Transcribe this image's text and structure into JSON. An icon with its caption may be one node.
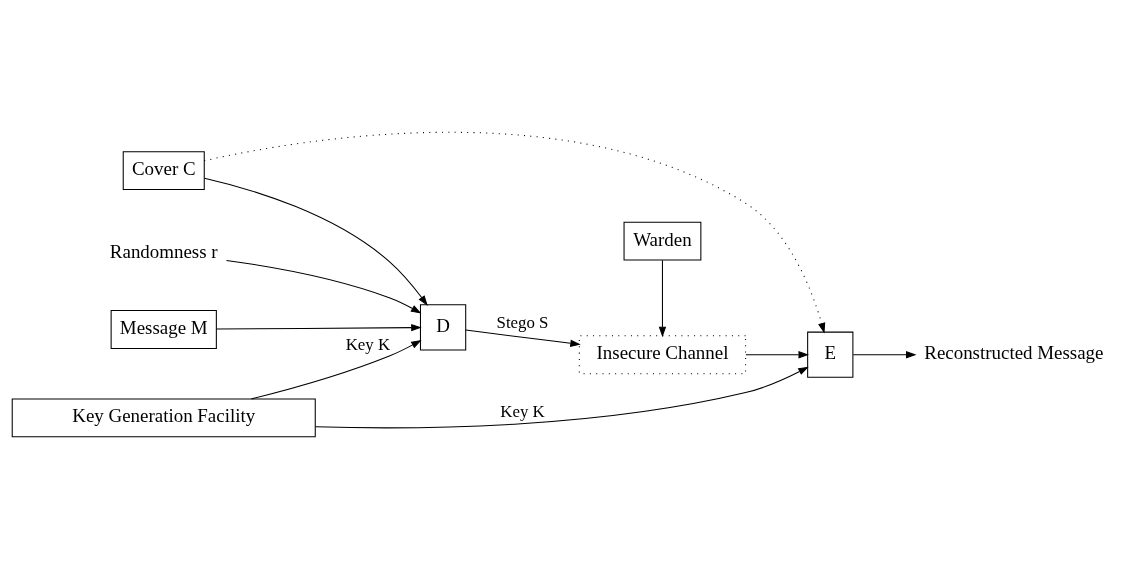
{
  "diagram": {
    "nodes": [
      {
        "text": [
          "Cover C"
        ]
      },
      {
        "text": [
          "Warden"
        ]
      },
      {
        "text": [
          "Randomness r"
        ]
      },
      {
        "text": [
          "D"
        ]
      },
      {
        "text": [
          "Insecure Channel"
        ]
      },
      {
        "text": [
          "E"
        ]
      },
      {
        "text": [
          "Reconstructed Message"
        ]
      },
      {
        "text": [
          "Message M"
        ]
      },
      {
        "text": [
          "Key Generation Facility"
        ]
      }
    ],
    "edges": [
      {
        "from": 0,
        "to": 3,
        "arrow": "to"
      },
      {
        "from": 0,
        "to": 5,
        "arrow": "to",
        "style": "dashed"
      },
      {
        "from": 1,
        "to": 4,
        "arrow": "to"
      },
      {
        "from": 2,
        "to": 3,
        "arrow": "to"
      },
      {
        "from": 3,
        "to": 4,
        "arrow": "to",
        "label": "Stego S"
      },
      {
        "from": 4,
        "to": 5,
        "arrow": "to"
      },
      {
        "from": 5,
        "to": 6,
        "arrow": "to"
      },
      {
        "from": 7,
        "to": 3,
        "arrow": "to"
      },
      {
        "from": 8,
        "to": 3,
        "arrow": "to",
        "label": "Key K"
      },
      {
        "from": 8,
        "to": 5,
        "arrow": "to",
        "label": "Key K"
      }
    ]
  }
}
